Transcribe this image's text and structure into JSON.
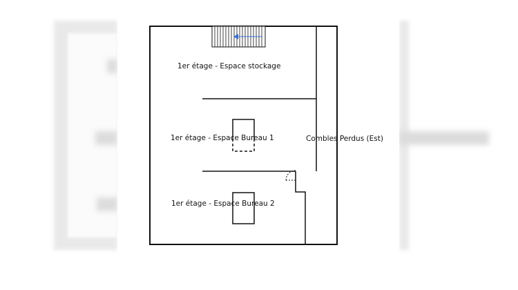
{
  "plan": {
    "rooms": [
      {
        "id": "stockage",
        "label": "1er étage - Espace stockage"
      },
      {
        "id": "bureau1",
        "label": "1er étage - Espace Bureau 1"
      },
      {
        "id": "bureau2",
        "label": "1er étage - Espace Bureau 2"
      },
      {
        "id": "combles",
        "label": "Combles Perdus (Est)"
      }
    ],
    "colors": {
      "wall": "#111111",
      "stair_arrow": "#3b6fd4",
      "background_blur": "#e6e6e6"
    }
  }
}
